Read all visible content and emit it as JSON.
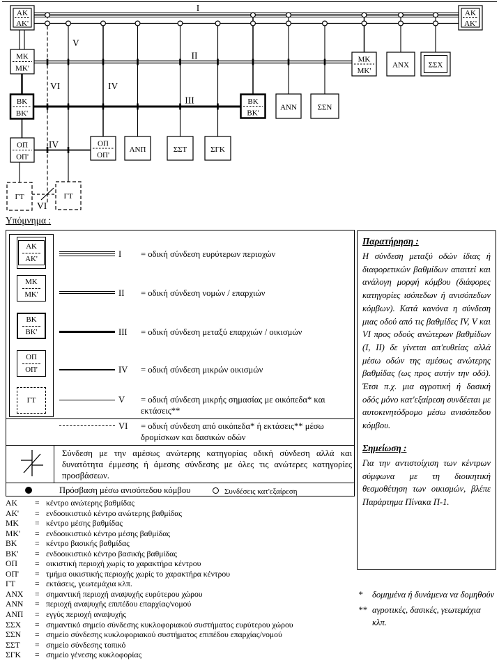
{
  "colors": {
    "ink": "#000000",
    "paper": "#ffffff"
  },
  "glyphs": {
    "equals": "="
  },
  "network": {
    "labels": {
      "ak1": "ΑΚ",
      "ak2": "ΑΚ'",
      "mk1": "ΜΚ",
      "mk2": "ΜΚ'",
      "bk1": "ΒΚ",
      "bk2": "ΒΚ'",
      "op1": "ΟΠ",
      "op2": "ΟΠ'",
      "gt": "ΓΤ",
      "anx": "ΑΝΧ",
      "ann": "ΑΝΝ",
      "anp": "ΑΝΠ",
      "ssx": "ΣΣΧ",
      "ssn": "ΣΣΝ",
      "sst": "ΣΣΤ",
      "sgk": "ΣΓΚ"
    },
    "line_labels": {
      "I": "I",
      "II": "II",
      "III": "III",
      "IV": "IV",
      "V": "V",
      "VI": "VI"
    }
  },
  "legend": {
    "title": "Υπόμνημα :",
    "rows": [
      {
        "num": "I",
        "def": "= οδική σύνδεση ευρύτερων περιοχών"
      },
      {
        "num": "II",
        "def": "= οδική σύνδεση νομών / επαρχιών"
      },
      {
        "num": "III",
        "def": "= οδική σύνδεση μεταξύ επαρχιών / οικισμών"
      },
      {
        "num": "IV",
        "def": "= οδική σύνδεση μικρών οικισμών"
      },
      {
        "num": "V",
        "def": "= οδική σύνδεση μικρής σημασίας με οικόπεδα* και εκτάσεις**"
      },
      {
        "num": "VI",
        "def": "= οδική σύνδεση από οικόπεδα* ή εκτάσεις** μέσω δρομίσκων και δασικών οδών"
      }
    ],
    "junction_note": "Σύνδεση με την αμέσως ανώτερης κατηγορίας οδική σύνδεση αλλά και δυνατότητα έμμεσης ή άμεσης σύνδεσης με όλες τις ανώτερες κατηγορίες προσβάσεων.",
    "filled_dot_label": "Πρόσβαση μέσω ανισόπεδου κόμβου",
    "open_dot_label": "Συνδέσεις κατ'εξαίρεση"
  },
  "remark": {
    "title": "Παρατήρηση :",
    "body": "Η σύνδεση μεταξύ οδών ίδιας ή διαφορετικών βαθμίδων απαιτεί και ανάλογη μορφή κόμβου (διάφορες κατηγορίες ισόπεδων ή ανισόπεδων κόμβων). Κατά κανόνα η σύνδεση μιας οδού από τις βαθμίδες IV, V και VI προς οδούς ανώτερων βαθμίδων (I, II) δε γίνεται απ'ευθείας αλλά μέσω οδών της αμέσως ανώτερης βαθμίδας (ως προς αυτήν την οδό). Έτσι π.χ. μια αγροτική ή δασική οδός μόνο κατ'εξαίρεση συνδέεται με αυτοκινητόδρομο μέσω ανισόπεδου κόμβου."
  },
  "note": {
    "title": "Σημείωση :",
    "body": "Για την αντιστοίχιση των κέντρων σύμφωνα με τη διοικητική θεσμοθέτηση των οικισμών, βλέπε Παράρτημα Πίνακα Π-1."
  },
  "footnotes": [
    {
      "marker": "*",
      "text": "δομημένα ή δυνάμενα να δομηθούν"
    },
    {
      "marker": "**",
      "text": "αγροτικές, δασικές, γεωτεμάχια κλπ."
    }
  ],
  "abbreviations": [
    {
      "abbr": "ΑΚ",
      "def": "κέντρο ανώτερης βαθμίδας"
    },
    {
      "abbr": "ΑΚ'",
      "def": "ενδοοικιστικό κέντρο ανώτερης βαθμίδας"
    },
    {
      "abbr": "ΜΚ",
      "def": "κέντρο μέσης βαθμίδας"
    },
    {
      "abbr": "ΜΚ'",
      "def": "ενδοοικιστικό κέντρο μέσης βαθμίδας"
    },
    {
      "abbr": "ΒΚ",
      "def": "κέντρο βασικής βαθμίδας"
    },
    {
      "abbr": "ΒΚ'",
      "def": "ενδοοικιστικό κέντρο βασικής βαθμίδας"
    },
    {
      "abbr": "ΟΠ",
      "def": "οικιστική περιοχή χωρίς το χαρακτήρα κέντρου"
    },
    {
      "abbr": "ΟΠ'",
      "def": "τμήμα οικιστικής περιοχής χωρίς το χαρακτήρα κέντρου"
    },
    {
      "abbr": "ΓΤ",
      "def": "εκτάσεις, γεωτεμάχια κλπ."
    },
    {
      "abbr": "ΑΝΧ",
      "def": "σημαντική περιοχή αναψυχής ευρύτερου χώρου"
    },
    {
      "abbr": "ΑΝΝ",
      "def": "περιοχή αναψυχής επιπέδου επαρχίας/νομού"
    },
    {
      "abbr": "ΑΝΠ",
      "def": "εγγύς περιοχή αναψυχής"
    },
    {
      "abbr": "ΣΣΧ",
      "def": "σημαντικό σημείο σύνδεσης κυκλοφοριακού συστήματος ευρύτερου χώρου"
    },
    {
      "abbr": "ΣΣΝ",
      "def": "σημείο σύνδεσης κυκλοφοριακού συστήματος επιπέδου επαρχίας/νομού"
    },
    {
      "abbr": "ΣΣΤ",
      "def": "σημείο σύνδεσης τοπικό"
    },
    {
      "abbr": "ΣΓΚ",
      "def": "σημείο γένεσης κυκλοφορίας"
    }
  ]
}
